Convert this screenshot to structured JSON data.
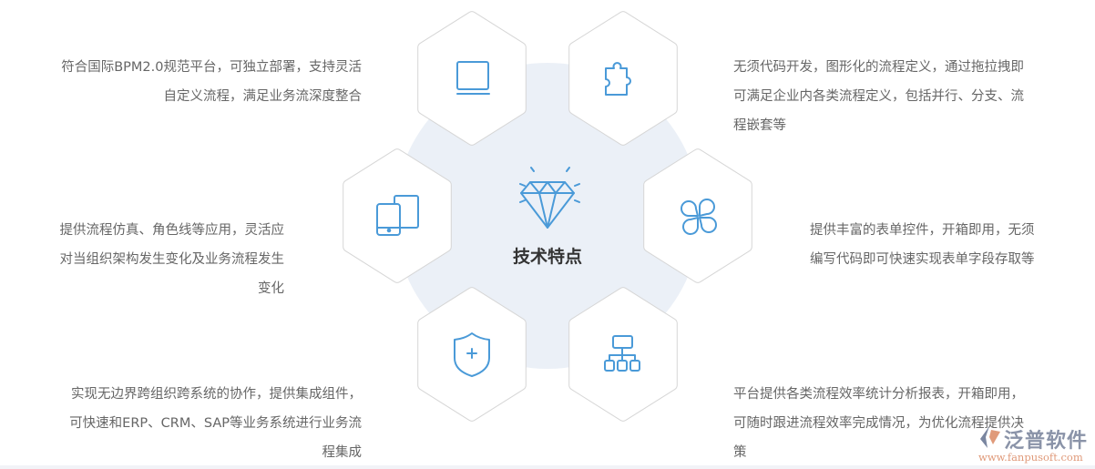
{
  "center": {
    "title": "技术特点",
    "icon": "diamond-icon"
  },
  "accent_color": "#4a9ad8",
  "features": [
    {
      "icon": "laptop-icon",
      "lines": [
        "符合国际BPM2.0规范平台，可独立部署，支持灵活",
        "自定义流程，满足业务流深度整合"
      ]
    },
    {
      "icon": "puzzle-icon",
      "lines": [
        "无须代码开发，图形化的流程定义，通过拖拉拽即",
        "可满足企业内各类流程定义，包括并行、分支、流",
        "程嵌套等"
      ]
    },
    {
      "icon": "devices-icon",
      "lines": [
        "提供流程仿真、角色线等应用，灵活应",
        "对当组织架构发生变化及业务流程发生",
        "变化"
      ]
    },
    {
      "icon": "grid-icon",
      "lines": [
        "提供丰富的表单控件，开箱即用，无须",
        "编写代码即可快速实现表单字段存取等"
      ]
    },
    {
      "icon": "shield-icon",
      "lines": [
        "实现无边界跨组织跨系统的协作，提供集成组件，",
        "可快速和ERP、CRM、SAP等业务系统进行业务流",
        "程集成"
      ]
    },
    {
      "icon": "org-chart-icon",
      "lines": [
        "平台提供各类流程效率统计分析报表，开箱即用，",
        "可随时跟进流程效率完成情况，为优化流程提供决",
        "策"
      ]
    }
  ],
  "watermark": {
    "cn": "泛普软件",
    "en": "www.fanpusoft.com"
  }
}
